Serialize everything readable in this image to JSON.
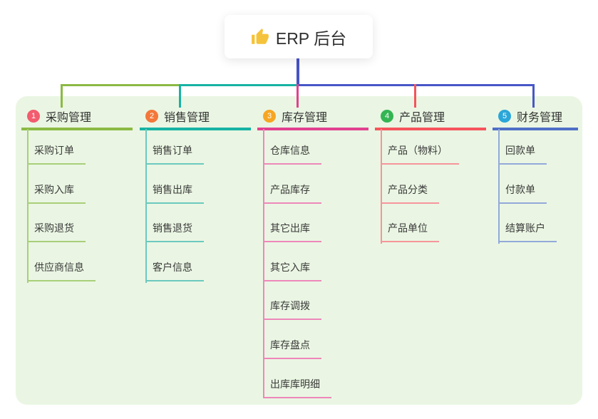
{
  "root": {
    "label": "ERP 后台",
    "icon": "thumbs-up-icon"
  },
  "branches": [
    {
      "index": "1",
      "label": "采购管理",
      "line_color": "#8cb944",
      "badge_color": "#f25c6e",
      "children": [
        "采购订单",
        "采购入库",
        "采购退货",
        "供应商信息"
      ]
    },
    {
      "index": "2",
      "label": "销售管理",
      "line_color": "#17b3a3",
      "badge_color": "#f3783a",
      "children": [
        "销售订单",
        "销售出库",
        "销售退货",
        "客户信息"
      ]
    },
    {
      "index": "3",
      "label": "库存管理",
      "line_color": "#e2418f",
      "badge_color": "#f6a623",
      "children": [
        "仓库信息",
        "产品库存",
        "其它出库",
        "其它入库",
        "库存调拨",
        "库存盘点",
        "出库库明细"
      ]
    },
    {
      "index": "4",
      "label": "产品管理",
      "line_color": "#f5545c",
      "badge_color": "#34b554",
      "children": [
        "产品（物料）",
        "产品分类",
        "产品单位"
      ]
    },
    {
      "index": "5",
      "label": "财务管理",
      "line_color": "#4f6fc6",
      "badge_color": "#2ba6d9",
      "children": [
        "回款单",
        "付款单",
        "结算账户"
      ]
    }
  ],
  "colors": {
    "panel_background": "#eaf6e3",
    "trunk": "#4753c5",
    "root_background": "#ffffff",
    "text": "#333333",
    "thumb_icon": "#f5c33b"
  }
}
